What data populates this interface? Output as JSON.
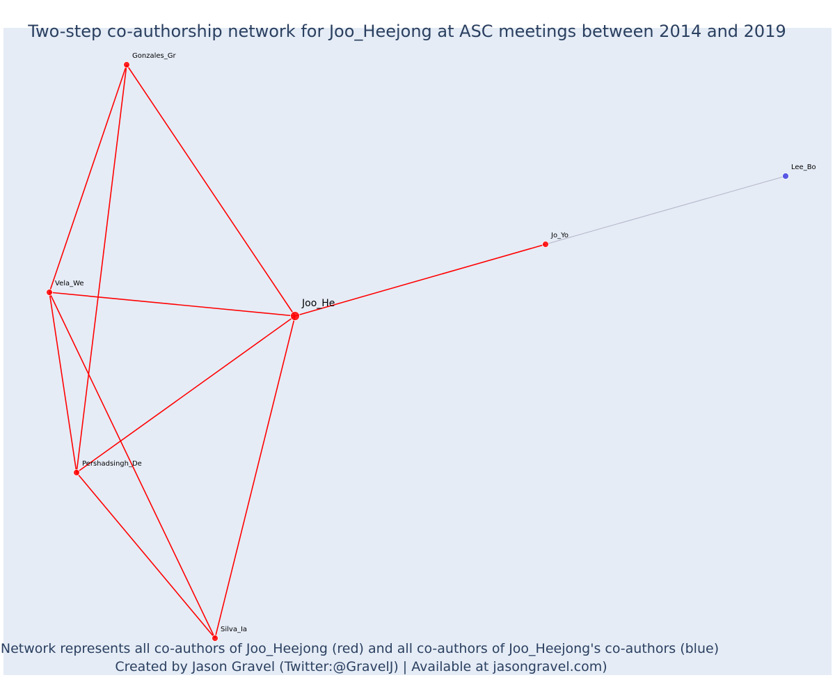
{
  "title": "Two-step co-authorship network for Joo_Heejong at ASC meetings between 2014 and 2019",
  "caption": {
    "line1": "Network represents all co-authors of Joo_Heejong (red) and all co-authors of Joo_Heejong's co-authors (blue)",
    "line2": "Created by Jason Gravel (Twitter:@GravelJ) | Available at jasongravel.com)"
  },
  "colors": {
    "plot_background": "#e5ecf6",
    "first_step": "#ff0000",
    "second_step": "#4040e0",
    "second_step_edge": "#b4b4c8",
    "text": "#2a3f5f"
  },
  "nodes": [
    {
      "id": "Joo_He",
      "label": "Joo_He",
      "group": "focal"
    },
    {
      "id": "Gonzales_Gr",
      "label": "Gonzales_Gr",
      "group": "coauthor"
    },
    {
      "id": "Vela_We",
      "label": "Vela_We",
      "group": "coauthor"
    },
    {
      "id": "Pershadsingh_De",
      "label": "Pershadsingh_De",
      "group": "coauthor"
    },
    {
      "id": "Silva_Ia",
      "label": "Silva_Ia",
      "group": "coauthor"
    },
    {
      "id": "Jo_Yo",
      "label": "Jo_Yo",
      "group": "coauthor"
    },
    {
      "id": "Lee_Bo",
      "label": "Lee_Bo",
      "group": "second_step"
    }
  ],
  "edges": [
    {
      "source": "Joo_He",
      "target": "Gonzales_Gr",
      "type": "first"
    },
    {
      "source": "Joo_He",
      "target": "Vela_We",
      "type": "first"
    },
    {
      "source": "Joo_He",
      "target": "Pershadsingh_De",
      "type": "first"
    },
    {
      "source": "Joo_He",
      "target": "Silva_Ia",
      "type": "first"
    },
    {
      "source": "Joo_He",
      "target": "Jo_Yo",
      "type": "first"
    },
    {
      "source": "Gonzales_Gr",
      "target": "Vela_We",
      "type": "first"
    },
    {
      "source": "Gonzales_Gr",
      "target": "Pershadsingh_De",
      "type": "first"
    },
    {
      "source": "Vela_We",
      "target": "Pershadsingh_De",
      "type": "first"
    },
    {
      "source": "Vela_We",
      "target": "Silva_Ia",
      "type": "first"
    },
    {
      "source": "Pershadsingh_De",
      "target": "Silva_Ia",
      "type": "first"
    },
    {
      "source": "Jo_Yo",
      "target": "Lee_Bo",
      "type": "second"
    }
  ]
}
